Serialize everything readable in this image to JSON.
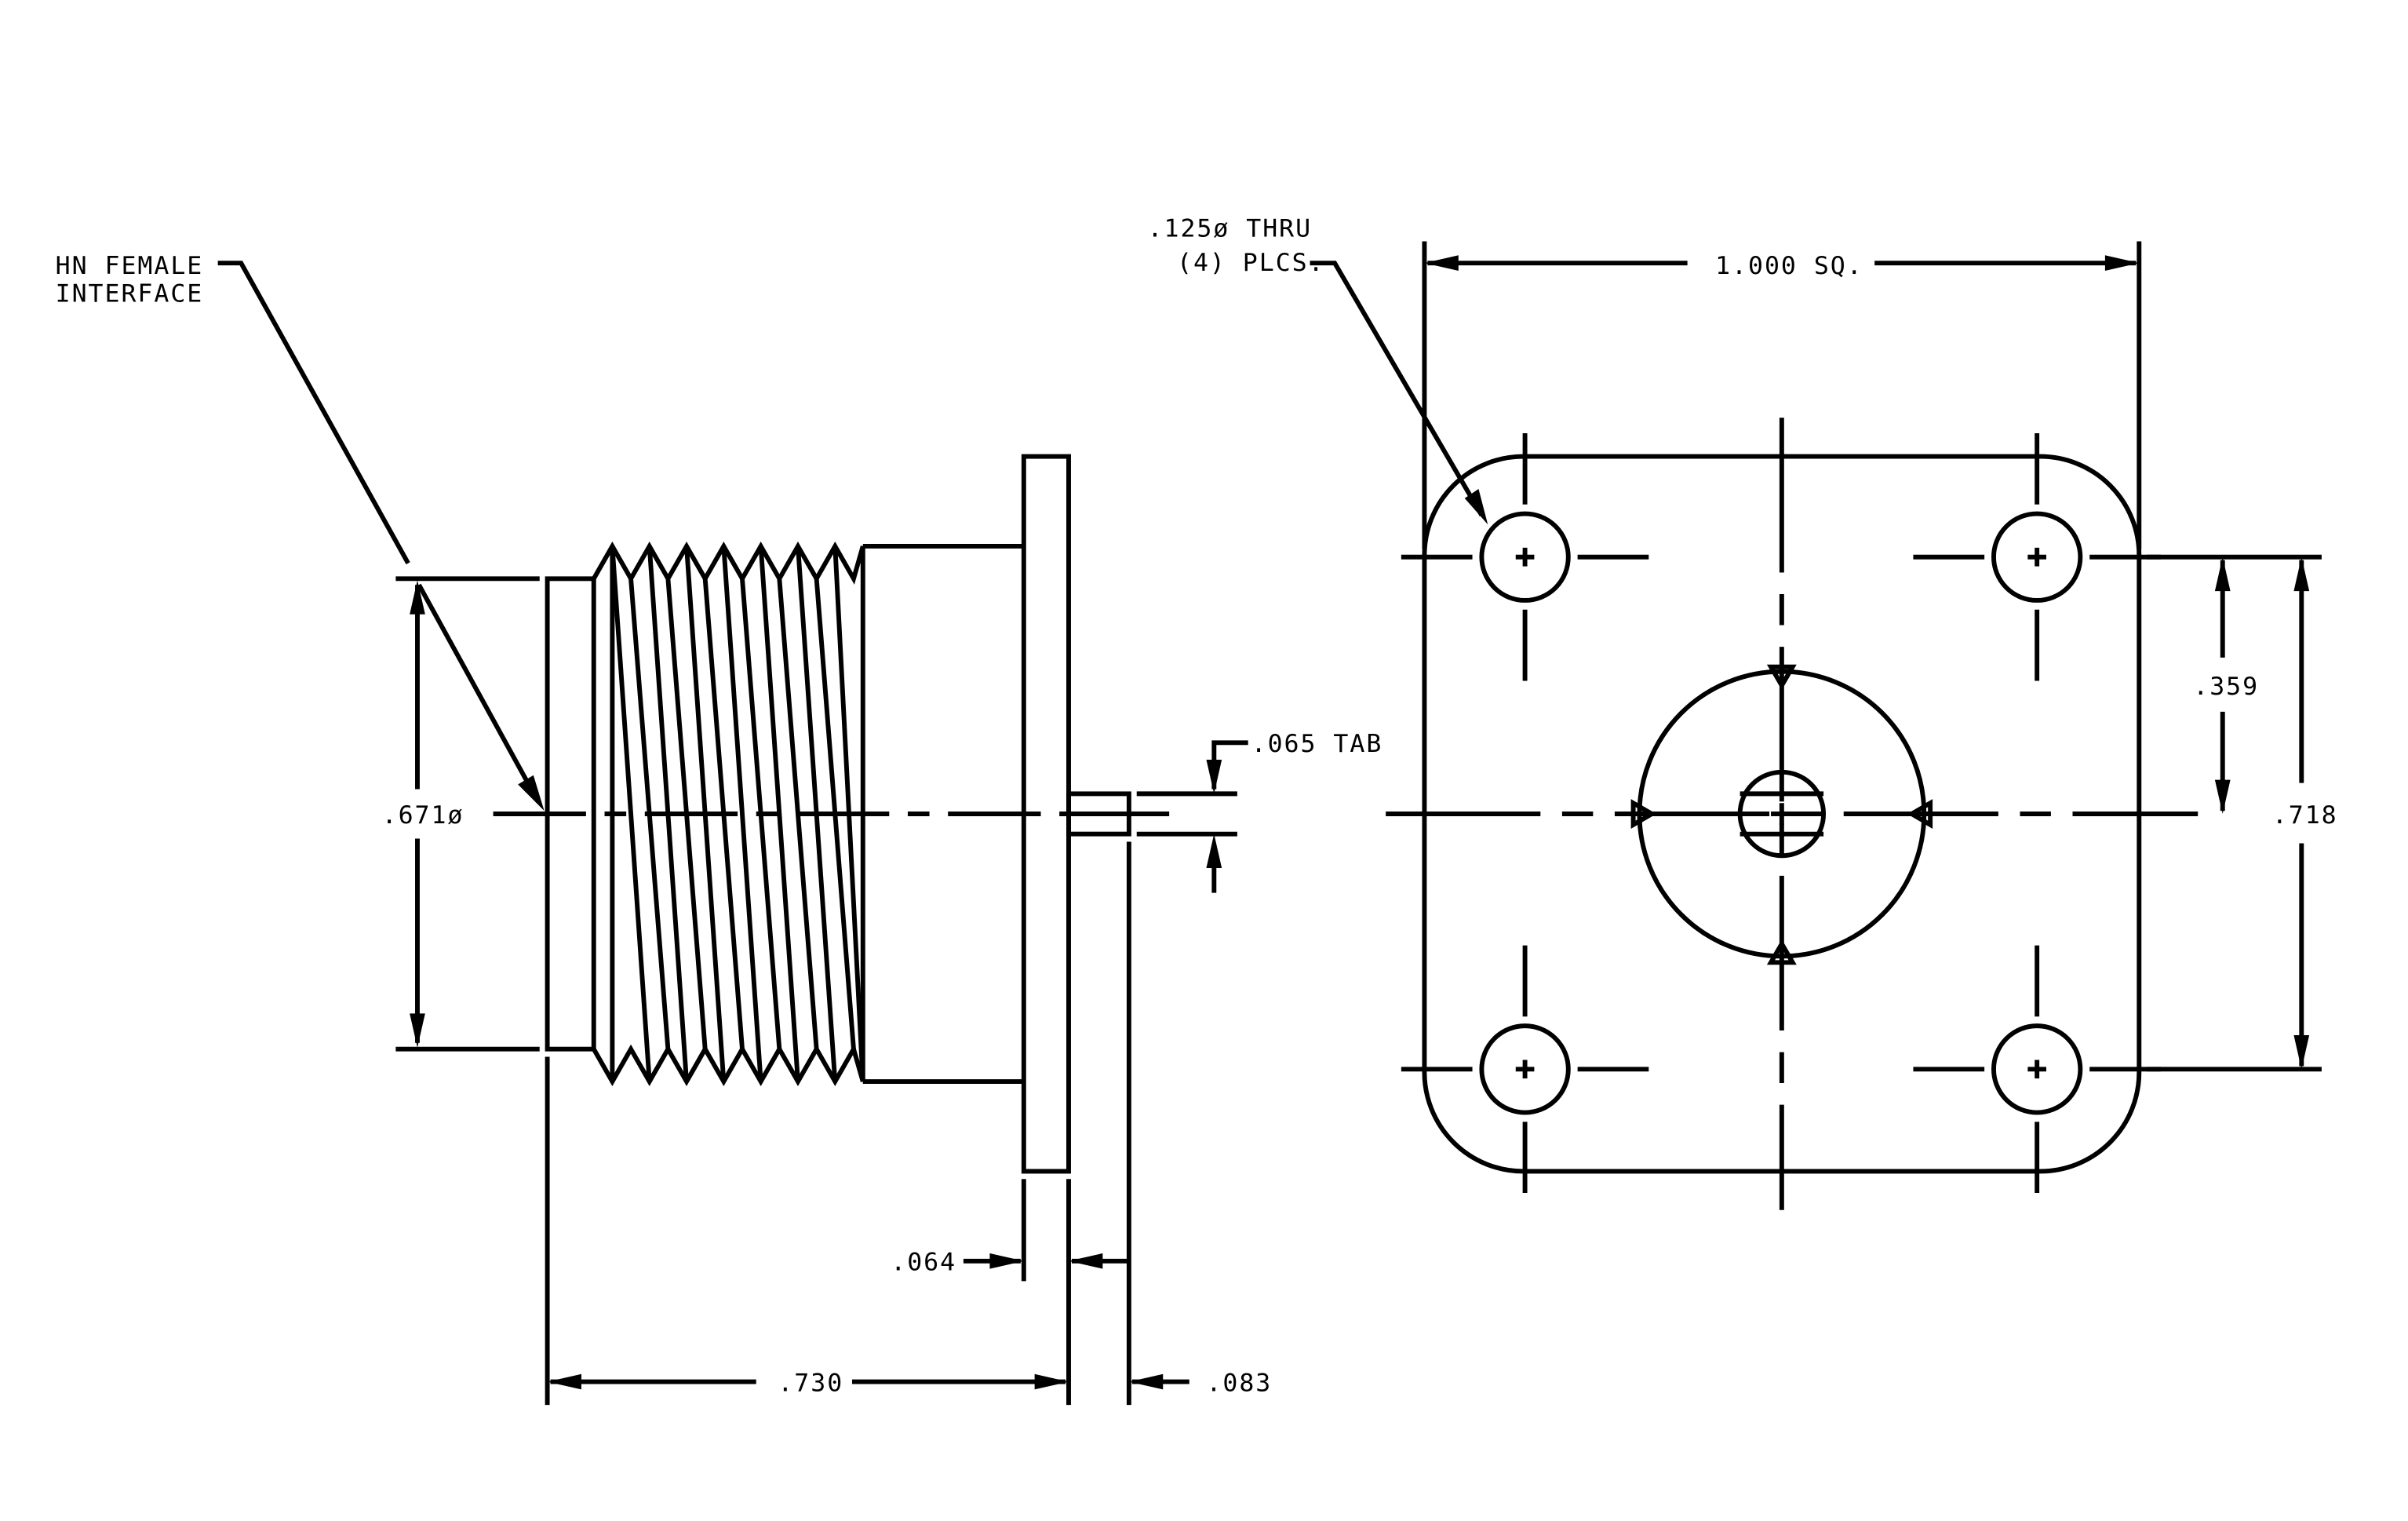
{
  "labels": {
    "interface_line1": "HN FEMALE",
    "interface_line2": "INTERFACE",
    "hole_line1": ".125ø THRU",
    "hole_line2": "(4) PLCS.",
    "flange_sq": "1.000 SQ.",
    "tab": ".065 TAB",
    "dia": ".671ø",
    "flange_thk": ".064",
    "overall_len": ".730",
    "tab_len": ".083",
    "hole_half": ".359",
    "hole_spacing": ".718"
  }
}
